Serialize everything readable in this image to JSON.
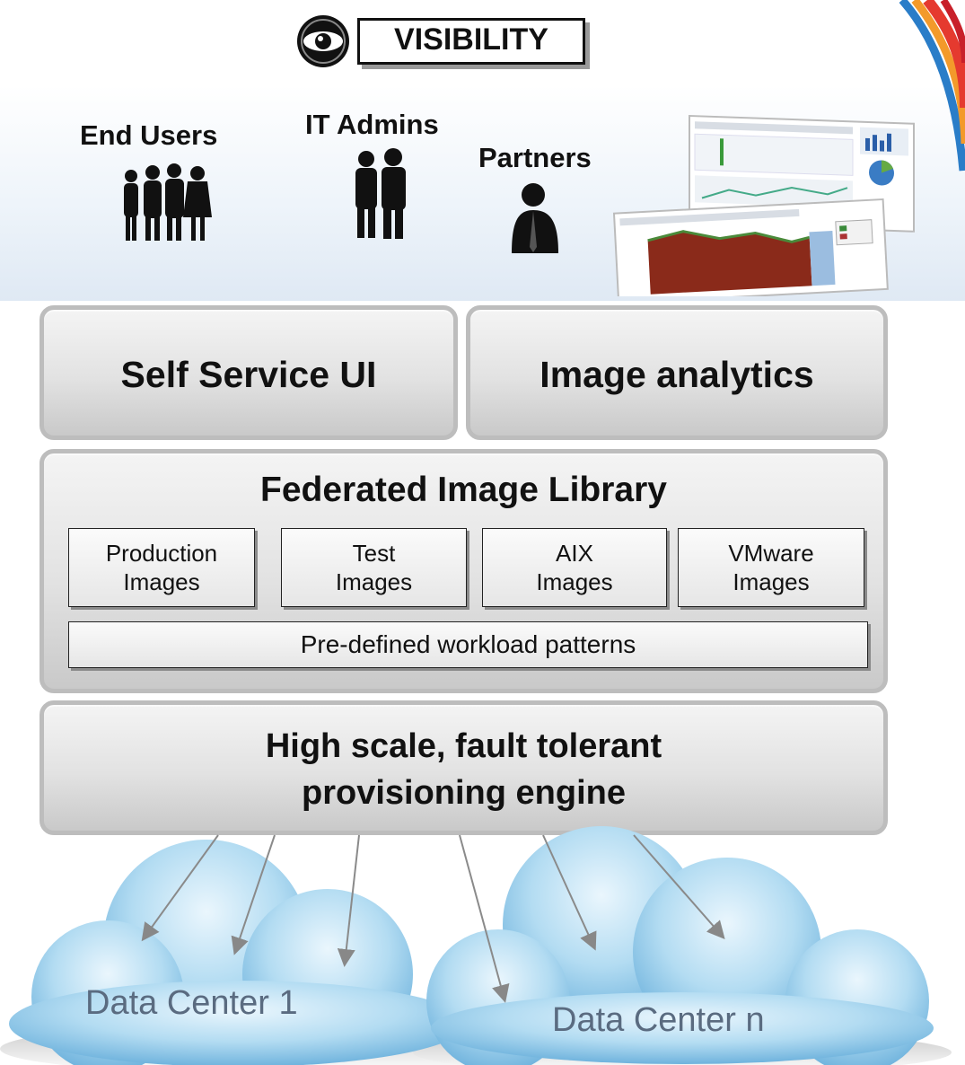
{
  "header": {
    "title": "VISIBILITY",
    "icon": "eye-icon"
  },
  "audience": [
    {
      "label": "End Users"
    },
    {
      "label": "IT Admins"
    },
    {
      "label": "Partners"
    }
  ],
  "layers": {
    "self_service": "Self Service UI",
    "image_analytics": "Image analytics",
    "library": {
      "title": "Federated Image Library",
      "items": [
        {
          "line1": "Production",
          "line2": "Images"
        },
        {
          "line1": "Test",
          "line2": "Images"
        },
        {
          "line1": "AIX",
          "line2": "Images"
        },
        {
          "line1": "VMware",
          "line2": "Images"
        }
      ],
      "patterns": "Pre-defined workload patterns"
    },
    "engine": {
      "line1": "High scale, fault tolerant",
      "line2": "provisioning engine"
    }
  },
  "datacenters": [
    {
      "label": "Data Center 1"
    },
    {
      "label": "Data Center n"
    }
  ],
  "colors": {
    "accent_red": "#e53a2f",
    "accent_orange": "#f39a2b",
    "accent_blue": "#2a7dc8",
    "cloud": "#8ec9ea"
  }
}
